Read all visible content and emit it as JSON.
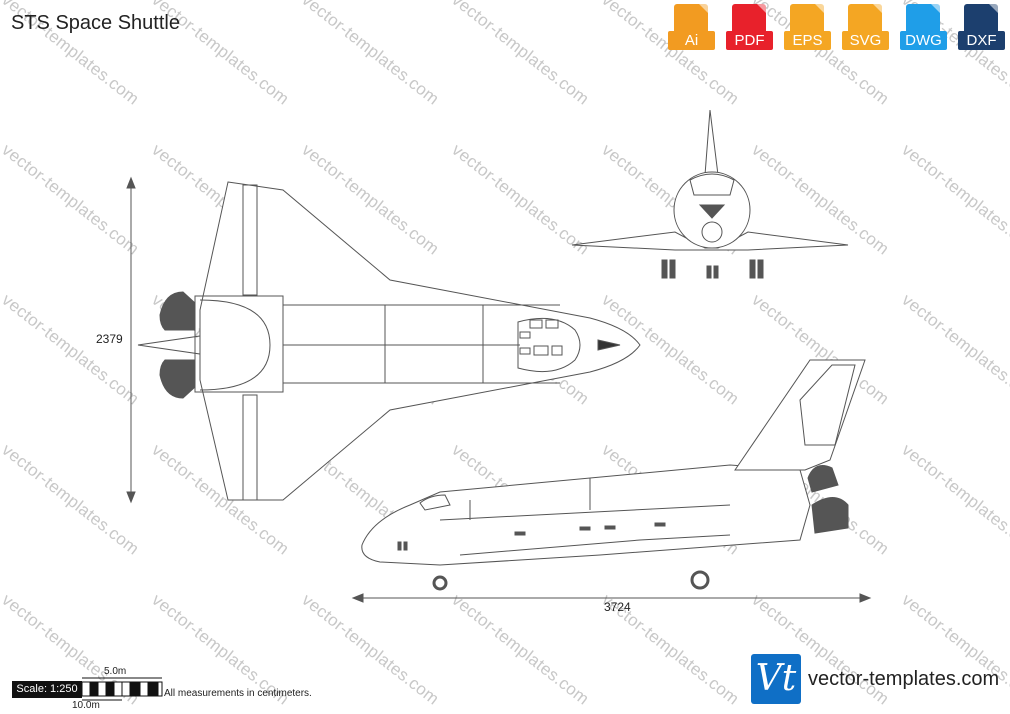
{
  "title": "STS Space Shuttle",
  "formats": [
    {
      "label": "Ai",
      "color": "#f29b21",
      "icon": "file-ai-icon"
    },
    {
      "label": "PDF",
      "color": "#e8212b",
      "icon": "file-pdf-icon"
    },
    {
      "label": "EPS",
      "color": "#f4a623",
      "icon": "file-eps-icon"
    },
    {
      "label": "SVG",
      "color": "#f4a623",
      "icon": "file-svg-icon"
    },
    {
      "label": "DWG",
      "color": "#1f9ee8",
      "icon": "file-dwg-icon"
    },
    {
      "label": "DXF",
      "color": "#1c3f6e",
      "icon": "file-dxf-icon"
    }
  ],
  "dimensions": {
    "height": "2379",
    "length": "3724"
  },
  "scale": {
    "label": "Scale: 1:250",
    "small": "5.0m",
    "large": "10.0m"
  },
  "note": "All measurements in centimeters.",
  "watermark": "vector-templates.com",
  "brand": {
    "logo": "Vt",
    "text": "vector-templates.com",
    "color": "#0f6fc6"
  }
}
